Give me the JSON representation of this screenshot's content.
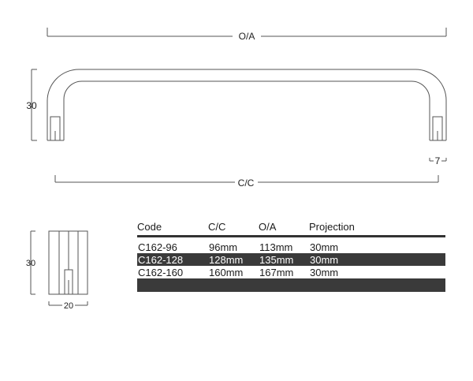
{
  "drawing": {
    "front_view": {
      "overall_label": "O/A",
      "centers_label": "C/C",
      "height_label": "30",
      "leg_width_label": "7"
    },
    "side_view": {
      "height_label": "30",
      "width_label": "20"
    },
    "colors": {
      "line": "#555555",
      "row_dark": "#3a3a3a",
      "text": "#1a1a1a"
    }
  },
  "spec_table": {
    "headers": [
      "Code",
      "C/C",
      "O/A",
      "Projection"
    ],
    "rows": [
      {
        "code": "C162-96",
        "cc": "96mm",
        "oa": "113mm",
        "projection": "30mm",
        "shaded": false
      },
      {
        "code": "C162-128",
        "cc": "128mm",
        "oa": "135mm",
        "projection": "30mm",
        "shaded": true
      },
      {
        "code": "C162-160",
        "cc": "160mm",
        "oa": "167mm",
        "projection": "30mm",
        "shaded": false
      },
      {
        "code": "",
        "cc": "",
        "oa": "",
        "projection": "",
        "shaded": true
      }
    ]
  }
}
